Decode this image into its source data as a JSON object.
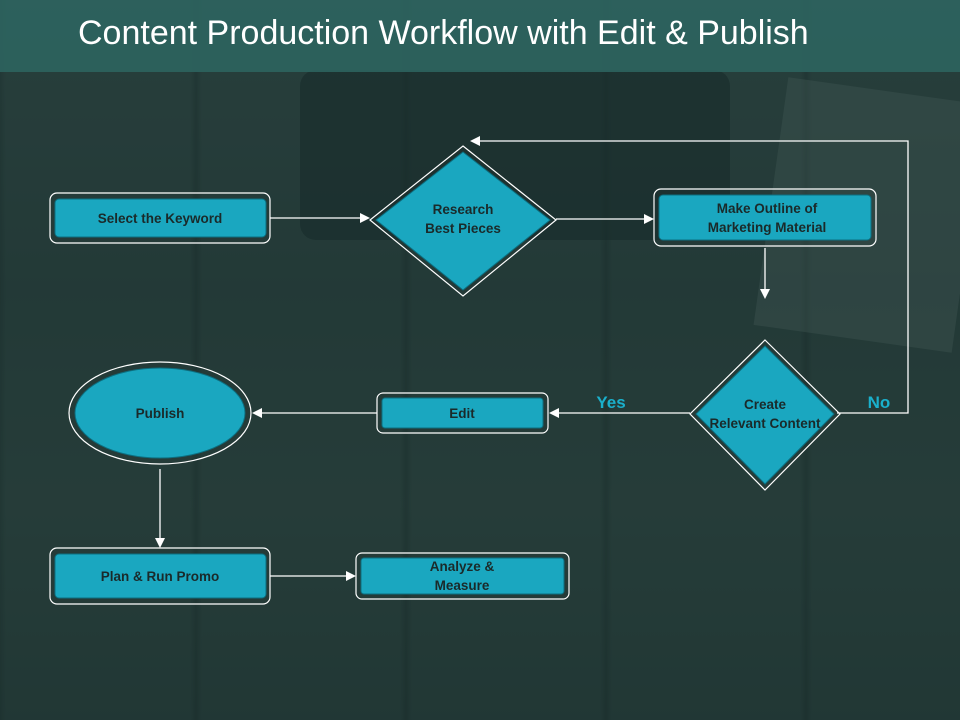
{
  "title": "Content Production Workflow with Edit & Publish",
  "nodes": {
    "select_keyword": "Select the Keyword",
    "research_line1": "Research",
    "research_line2": "Best Pieces",
    "outline_line1": "Make Outline of",
    "outline_line2": "Marketing Material",
    "create_line1": "Create",
    "create_line2": "Relevant Content",
    "edit": "Edit",
    "publish": "Publish",
    "promo": "Plan & Run Promo",
    "analyze_line1": "Analyze &",
    "analyze_line2": "Measure"
  },
  "labels": {
    "yes": "Yes",
    "no": "No"
  },
  "colors": {
    "node_fill": "#1aa7c0",
    "node_border": "#ffffff",
    "text": "#1a2a2a",
    "connector": "#ffffff",
    "branch_label": "#1ab0cc"
  }
}
